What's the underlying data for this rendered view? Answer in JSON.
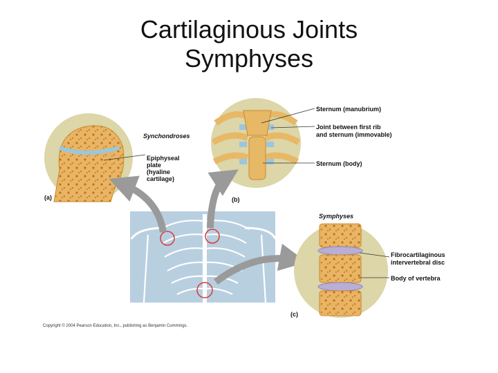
{
  "title": {
    "line1": "Cartilaginous Joints",
    "line2": "Symphyses"
  },
  "panel_a": {
    "letter": "(a)",
    "heading": "Synchondroses",
    "label_lines": [
      "Epiphyseal",
      "plate",
      "(hyaline",
      "cartilage)"
    ]
  },
  "panel_b": {
    "letter": "(b)",
    "label_manubrium": "Sternum (manubrium)",
    "label_joint_line1": "Joint between first rib",
    "label_joint_line2": "and sternum (immovable)",
    "label_body": "Sternum (body)"
  },
  "panel_c": {
    "letter": "(c)",
    "heading": "Symphyses",
    "label_disc_line1": "Fibrocartilaginous",
    "label_disc_line2": "intervertebral disc",
    "label_vertebra": "Body of vertebra"
  },
  "copyright": "Copyright © 2004 Pearson Education, Inc., publishing as Benjamin Cummings.",
  "colors": {
    "bone": "#e7b866",
    "bone_dark": "#c98a2e",
    "circle_bg": "#dcd6a8",
    "cartilage": "#9cc6dc",
    "disc": "#b9aed6",
    "torso_bg": "#b8cfe0",
    "arrow": "#9a9a9a",
    "highlight_ring": "#d93a3a"
  }
}
